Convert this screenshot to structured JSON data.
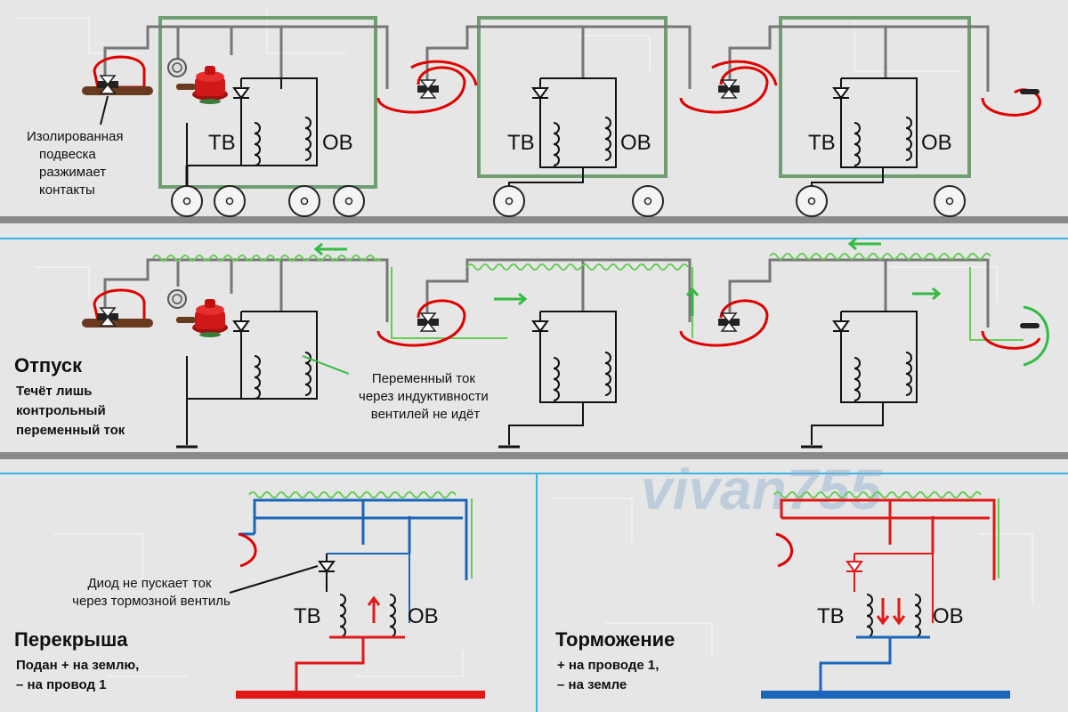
{
  "colors": {
    "wire": "#777777",
    "black": "#111111",
    "car_frame": "#6e9e72",
    "flex_hose": "#e00000",
    "ac_current": "#66cc55",
    "minus": "#1a66bb",
    "plus": "#e01818",
    "rail": "#8a8a8a",
    "background": "#e6e6e6",
    "watermark": "#8fb0d0"
  },
  "icons": [
    "lamp-icon",
    "driver-valve-icon",
    "diode-icon",
    "coil-icon",
    "isolated-hanger-icon",
    "end-valve-icon",
    "current-arrow-icon"
  ],
  "panel1": {
    "hanger_caption": [
      "Изолированная",
      "подвеска",
      "разжимает",
      "контакты"
    ],
    "coil_left": "ТВ",
    "coil_right": "ОВ"
  },
  "panel2": {
    "title": "Отпуск",
    "subtitle": [
      "Течёт лишь",
      "контрольный",
      "переменный ток"
    ],
    "note": [
      "Переменный ток",
      "через индуктивности",
      "вентилей не идёт"
    ]
  },
  "panel3": {
    "title": "Перекрыша",
    "subtitle": [
      "Подан + на землю,",
      "– на провод 1"
    ],
    "note": [
      "Диод не пускает ток",
      "через тормозной вентиль"
    ],
    "coil_left": "ТВ",
    "coil_right": "ОВ"
  },
  "panel4": {
    "title": "Торможение",
    "subtitle": [
      "+ на проводе 1,",
      "– на земле"
    ],
    "coil_left": "ТВ",
    "coil_right": "ОВ"
  },
  "watermark": "vivan755"
}
